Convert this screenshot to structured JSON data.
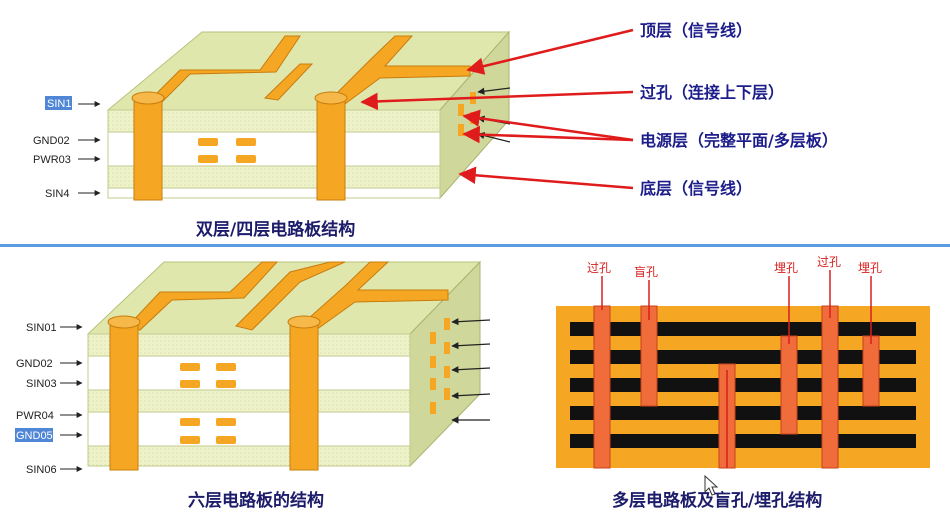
{
  "top_diagram": {
    "layer_labels": [
      "SIN1",
      "GND02",
      "PWR03",
      "SIN4"
    ],
    "highlighted_label": "SIN1",
    "callouts": [
      "顶层（信号线）",
      "过孔（连接上下层）",
      "电源层（完整平面/多层板）",
      "底层（信号线）"
    ],
    "caption": "双层/四层电路板结构"
  },
  "six_layer_diagram": {
    "layer_labels": [
      "SIN01",
      "GND02",
      "SIN03",
      "PWR04",
      "GND05",
      "SIN06"
    ],
    "highlighted_label": "GND05",
    "caption": "六层电路板的结构"
  },
  "via_diagram": {
    "hole_labels": [
      "过孔",
      "盲孔",
      "埋孔",
      "过孔",
      "埋孔"
    ],
    "caption": "多层电路板及盲孔/埋孔结构"
  },
  "colors": {
    "board_top": "#e3e9b0",
    "dielectric": "#f3f6d9",
    "copper": "#f5a623",
    "arrow": "#e01b1b",
    "caption": "#1c1c6a",
    "divider": "#4a90e2"
  }
}
